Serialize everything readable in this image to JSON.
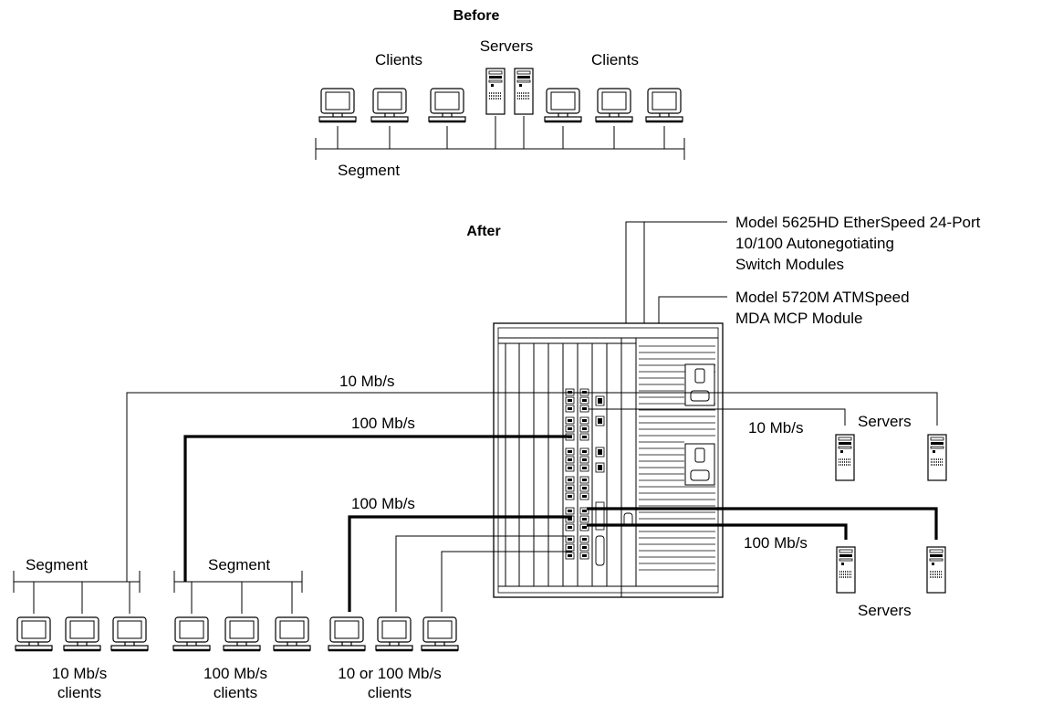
{
  "before": {
    "title": "Before",
    "clients_left": "Clients",
    "servers": "Servers",
    "clients_right": "Clients",
    "segment": "Segment"
  },
  "after": {
    "title": "After",
    "callout_switch": [
      "Model 5625HD EtherSpeed 24-Port",
      "10/100 Autonegotiating",
      "Switch Modules"
    ],
    "callout_atm": [
      "Model 5720M ATMSpeed",
      "MDA MCP Module"
    ],
    "link_10_top": "10 Mb/s",
    "link_100_a": "100 Mb/s",
    "link_100_b": "100 Mb/s",
    "servers_10_rate": "10 Mb/s",
    "servers_top": "Servers",
    "servers_100_rate": "100 Mb/s",
    "servers_bottom": "Servers",
    "segment_left": "Segment",
    "segment_mid": "Segment",
    "group_10": [
      "10 Mb/s",
      "clients"
    ],
    "group_100": [
      "100 Mb/s",
      "clients"
    ],
    "group_mixed": [
      "10 or 100 Mb/s",
      "clients"
    ]
  }
}
